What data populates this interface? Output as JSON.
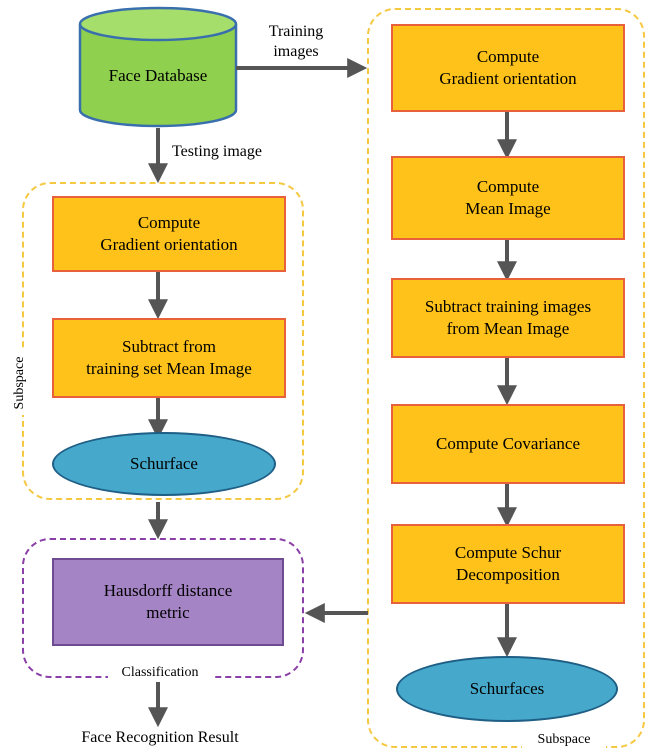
{
  "database": {
    "label": "Face Database"
  },
  "edges": {
    "training_images": "Training\nimages",
    "testing_image": "Testing image"
  },
  "left_subspace": {
    "label": "Subspace",
    "steps": [
      "Compute\nGradient orientation",
      "Subtract from\ntraining set Mean Image"
    ],
    "output": "Schurface"
  },
  "classification": {
    "label": "Classification",
    "metric": "Hausdorff distance\nmetric"
  },
  "result": "Face Recognition Result",
  "right_subspace": {
    "label": "Subspace",
    "steps": [
      "Compute\nGradient orientation",
      "Compute\nMean Image",
      "Subtract training images\nfrom Mean Image",
      "Compute Covariance",
      "Compute Schur\nDecomposition"
    ],
    "output": "Schurfaces"
  },
  "colors": {
    "process_fill": "#ffc21a",
    "process_border": "#e8613a",
    "database_fill": "#8fd14f",
    "ellipse_fill": "#46a9cb",
    "metric_fill": "#a584c5",
    "subspace_dash": "#f5c842",
    "classification_dash": "#8a3fa8",
    "arrow": "#555555"
  }
}
